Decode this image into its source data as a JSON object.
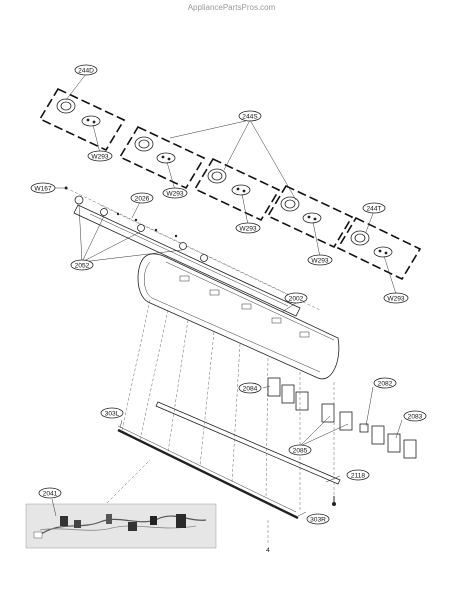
{
  "watermark": "AppliancePartsPros.com",
  "callouts": {
    "c244D": "244D",
    "c244S": "244S",
    "c244T": "244T",
    "cW293": "W293",
    "cW167": "W167",
    "c2026": "2026",
    "c2052": "2052",
    "c2002": "2002",
    "c2084": "2084",
    "c2082": "2082",
    "c2083": "2083",
    "c2085": "2085",
    "c2118": "2118",
    "c303L": "303L",
    "c303R": "303R",
    "c2041": "2041",
    "c4": "4"
  },
  "colors": {
    "line": "#222222",
    "photo_bg": "#e6e6e6",
    "label": "#111111"
  }
}
